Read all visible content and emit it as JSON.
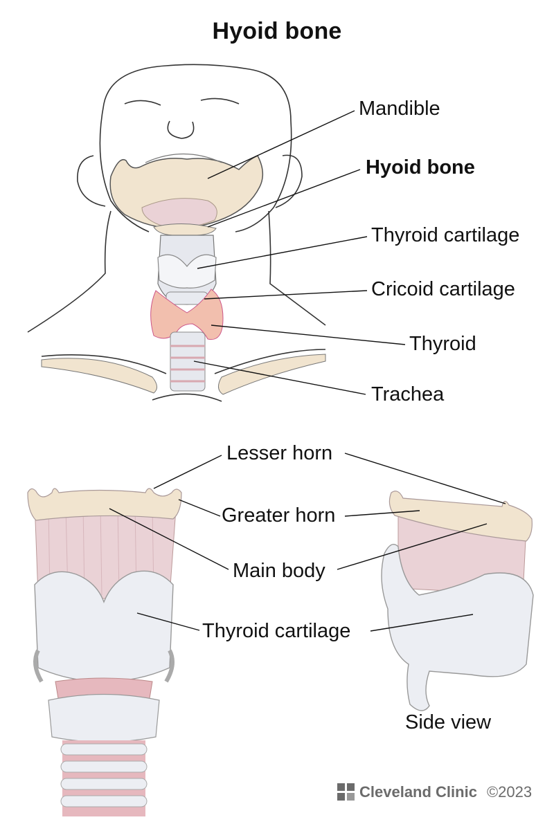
{
  "title": "Hyoid bone",
  "labels": {
    "mandible": "Mandible",
    "hyoid_bone": "Hyoid bone",
    "thyroid_cartilage_top": "Thyroid cartilage",
    "cricoid_cartilage": "Cricoid cartilage",
    "thyroid": "Thyroid",
    "trachea": "Trachea",
    "lesser_horn": "Lesser horn",
    "greater_horn": "Greater horn",
    "main_body": "Main body",
    "thyroid_cartilage_bottom": "Thyroid cartilage",
    "side_view": "Side view"
  },
  "credit": {
    "logo_text": "Cleveland Clinic",
    "copyright": "©2023"
  },
  "colors": {
    "bone": "#f1e4cf",
    "cartilage": "#e6e8ee",
    "muscle": "#ead2d6",
    "thyroid_gland": "#f2bfae",
    "line": "#111111"
  }
}
